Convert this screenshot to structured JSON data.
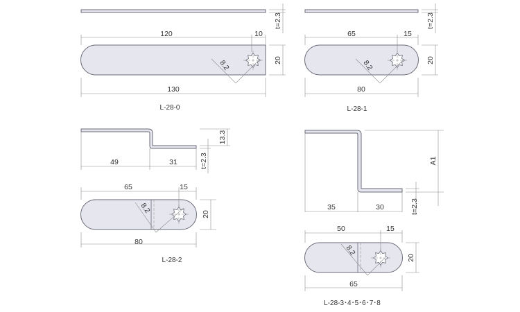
{
  "parts": [
    {
      "label": "L-28-0",
      "overall": "130",
      "to_center": "120",
      "end": "10",
      "width": "20",
      "thickness": "t=2.3",
      "hole": "8.2"
    },
    {
      "label": "L-28-1",
      "overall": "80",
      "to_center": "65",
      "end": "15",
      "width": "20",
      "thickness": "t=2.3",
      "hole": "8.2"
    },
    {
      "label": "L-28-2",
      "overall": "80",
      "to_center": "65",
      "end": "15",
      "width": "20",
      "thickness": "t=2.3",
      "hole": "8.2",
      "upper_len": "49",
      "lower_len": "31",
      "offset": "13.3"
    },
    {
      "label": "L-28-3･4･5･6･7･8",
      "overall": "65",
      "to_center": "50",
      "end": "15",
      "width": "20",
      "thickness": "t=2.3",
      "hole": "8.2",
      "upper_len": "35",
      "lower_len": "30",
      "offset": "A1"
    }
  ]
}
